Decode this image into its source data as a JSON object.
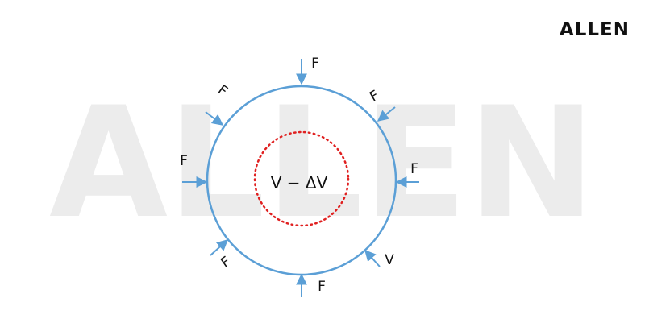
{
  "logo": {
    "text": "ALLEN"
  },
  "watermark": {
    "text": "ALLEN"
  },
  "diagram": {
    "center_label": "V − ΔV",
    "force_labels": [
      "F",
      "F",
      "F",
      "F",
      "V",
      "F",
      "F",
      "F"
    ]
  },
  "colors": {
    "circle": "#5b9fd6",
    "arrow": "#5b9fd6",
    "dotted_circle": "#e02020",
    "text": "#111111",
    "watermark": "#ececec"
  }
}
